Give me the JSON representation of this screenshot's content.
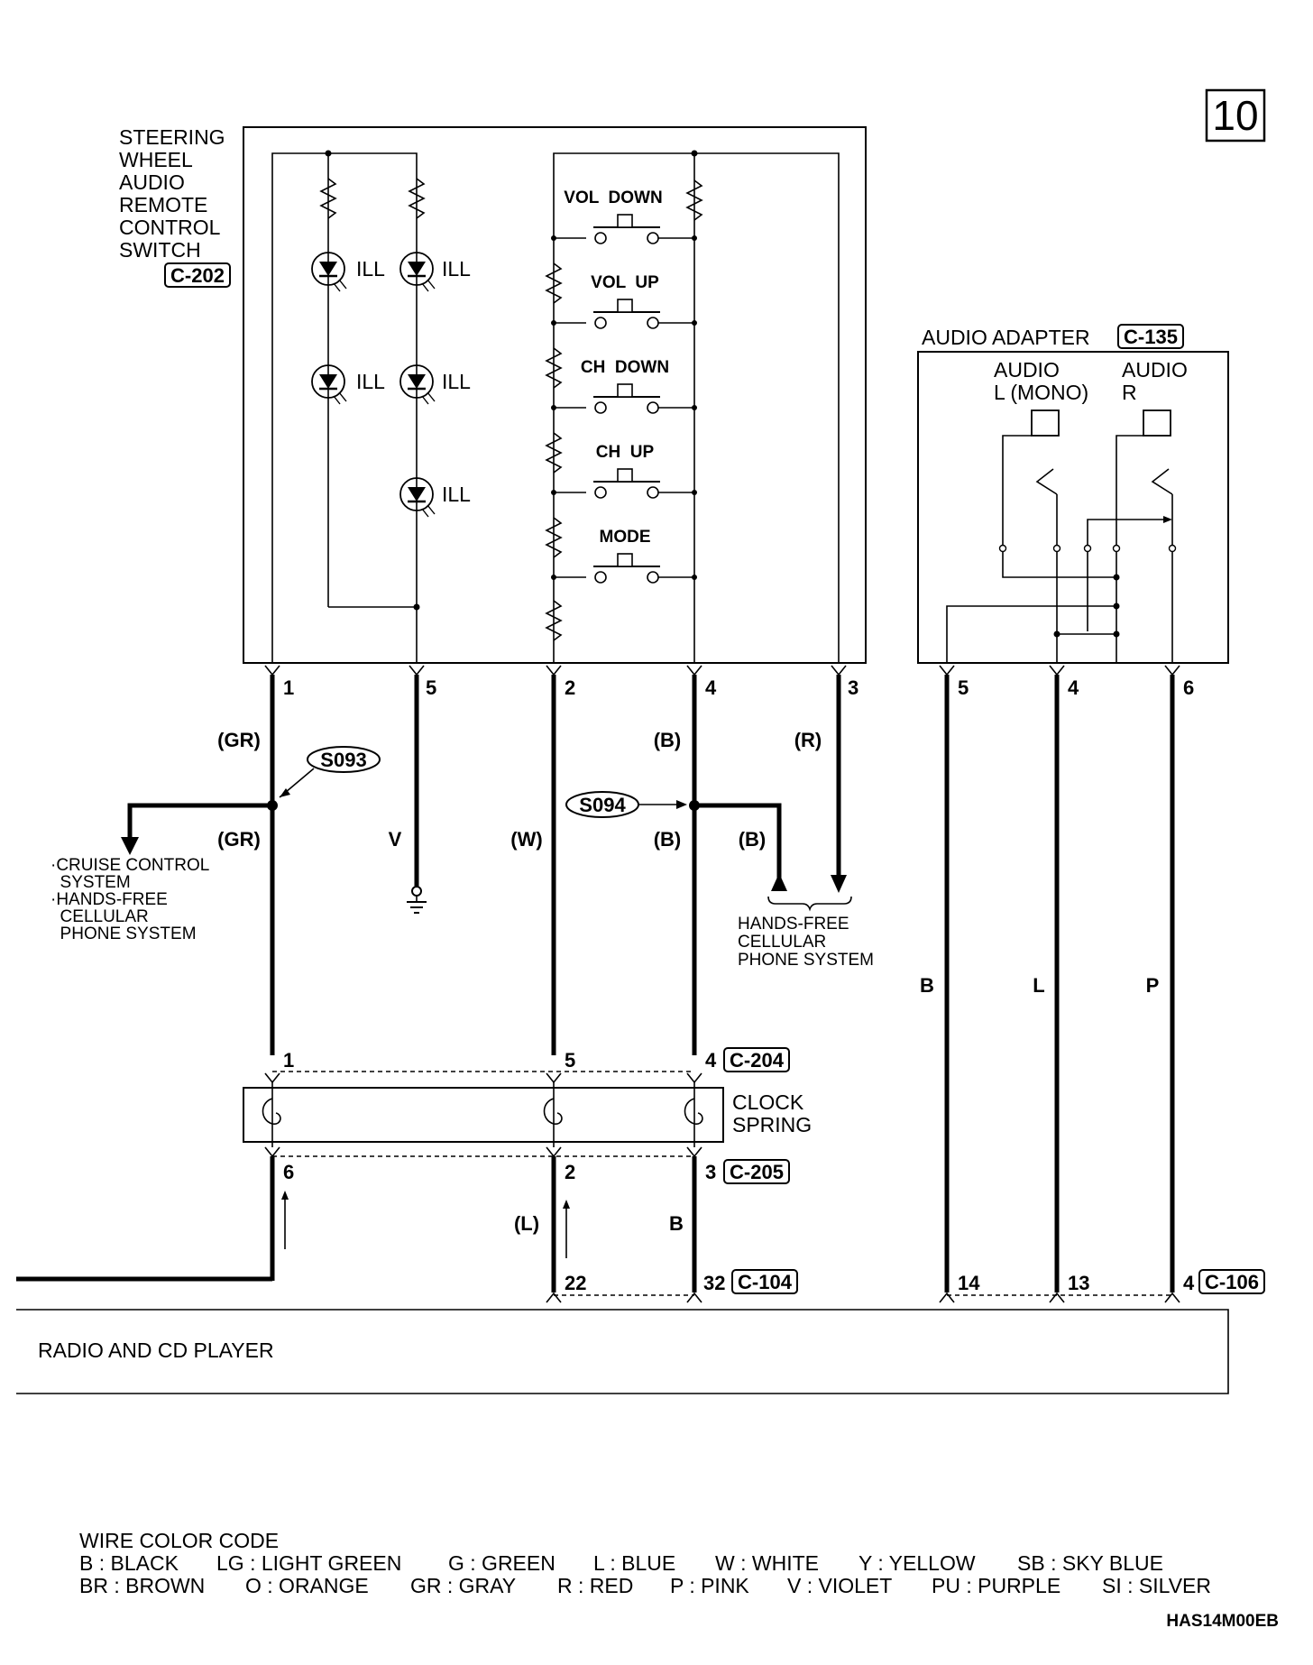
{
  "page_number": "10",
  "steering_switch": {
    "title_lines": [
      "STEERING",
      "WHEEL",
      "AUDIO",
      "REMOTE",
      "CONTROL",
      "SWITCH"
    ],
    "connector": "C-202",
    "illumination_label": "ILL",
    "buttons": [
      "VOL  DOWN",
      "VOL  UP",
      "CH  DOWN",
      "CH  UP",
      "MODE"
    ],
    "pins": [
      "1",
      "5",
      "2",
      "4",
      "3"
    ]
  },
  "audio_adapter": {
    "title": "AUDIO ADAPTER",
    "connector": "C-135",
    "audio_left_lines": [
      "AUDIO",
      "L (MONO)"
    ],
    "audio_right_lines": [
      "AUDIO",
      "R"
    ],
    "pins": [
      "5",
      "4",
      "6"
    ],
    "wire_colors": [
      "B",
      "L",
      "P"
    ],
    "radio_pins": [
      "14",
      "13",
      "4"
    ],
    "radio_connector": "C-106"
  },
  "wires": {
    "gr_top": "(GR)",
    "gr_mid": "(GR)",
    "v": "V",
    "w": "(W)",
    "b_top": "(B)",
    "b_mid": "(B)",
    "b_branch": "(B)",
    "r": "(R)",
    "l": "(L)",
    "b_bottom": "B"
  },
  "splices": {
    "left": "S093",
    "right": "S094"
  },
  "destinations": {
    "cruise_lines": [
      "·CRUISE CONTROL",
      "  SYSTEM",
      "·HANDS-FREE",
      "  CELLULAR",
      "  PHONE SYSTEM"
    ],
    "handsfree_lines": [
      "HANDS-FREE",
      "CELLULAR",
      "PHONE SYSTEM"
    ]
  },
  "clock_spring": {
    "title_lines": [
      "CLOCK",
      "SPRING"
    ],
    "upper_connector": "C-204",
    "lower_connector": "C-205",
    "upper_pins": [
      "1",
      "5",
      "4"
    ],
    "lower_pins": [
      "6",
      "2",
      "3"
    ]
  },
  "radio": {
    "title": "RADIO AND CD PLAYER",
    "pins": [
      "22",
      "32"
    ],
    "connector": "C-104"
  },
  "legend": {
    "title": "WIRE COLOR CODE",
    "row1": [
      "B : BLACK",
      "LG : LIGHT GREEN",
      "G : GREEN",
      "L : BLUE",
      "W : WHITE",
      "Y : YELLOW",
      "SB : SKY BLUE"
    ],
    "row2": [
      "BR : BROWN",
      "O : ORANGE",
      "GR : GRAY",
      "R : RED",
      "P : PINK",
      "V : VIOLET",
      "PU : PURPLE",
      "SI : SILVER"
    ]
  },
  "diagram_code": "HAS14M00EB"
}
